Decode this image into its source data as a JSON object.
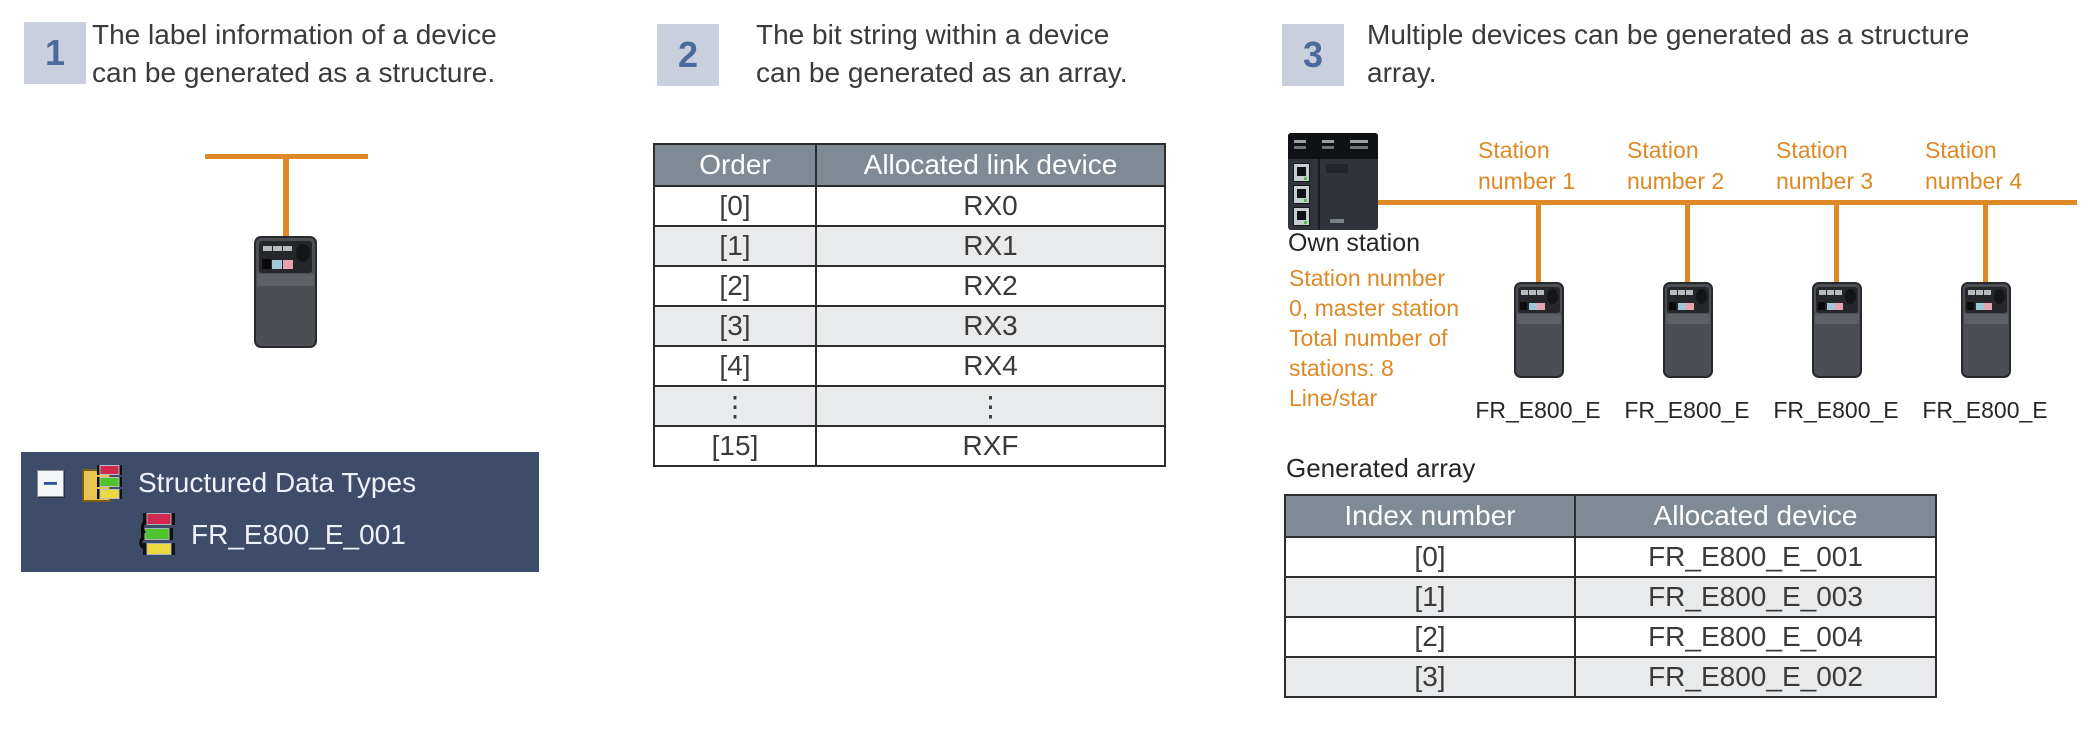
{
  "colors": {
    "accent_orange": "#dd8926",
    "badge_bg": "#c9cfdd",
    "badge_number": "#4a6b9c",
    "tree_panel_bg": "#3d4c68",
    "table_header_bg": "#808a94",
    "table_alt_row_bg": "#e8eaec",
    "heading_text": "#3a3a3a"
  },
  "section1": {
    "badge": "1",
    "heading_line1": "The label information of a device",
    "heading_line2": "can be generated as a structure.",
    "tree": {
      "collapse_glyph": "−",
      "root_label": "Structured Data Types",
      "child_label": "FR_E800_E_001"
    }
  },
  "section2": {
    "badge": "2",
    "heading_line1": "The bit string within a device",
    "heading_line2": "can be generated as an array.",
    "table": {
      "headers": [
        "Order",
        "Allocated link device"
      ],
      "rows": [
        [
          "[0]",
          "RX0"
        ],
        [
          "[1]",
          "RX1"
        ],
        [
          "[2]",
          "RX2"
        ],
        [
          "[3]",
          "RX3"
        ],
        [
          "[4]",
          "RX4"
        ],
        [
          "⋮",
          "⋮"
        ],
        [
          "[15]",
          "RXF"
        ]
      ]
    }
  },
  "section3": {
    "badge": "3",
    "heading_line1": "Multiple devices can be generated as a structure",
    "heading_line2": "array.",
    "own_station_label": "Own station",
    "master_info_lines": [
      "Station number",
      "0, master station",
      "Total number of",
      "stations: 8",
      "Line/star"
    ],
    "station_labels": [
      {
        "line1": "Station",
        "line2": "number 1"
      },
      {
        "line1": "Station",
        "line2": "number 2"
      },
      {
        "line1": "Station",
        "line2": "number 3"
      },
      {
        "line1": "Station",
        "line2": "number 4"
      }
    ],
    "device_labels": [
      "FR_E800_E",
      "FR_E800_E",
      "FR_E800_E",
      "FR_E800_E"
    ],
    "generated_array_title": "Generated array",
    "table": {
      "headers": [
        "Index number",
        "Allocated device"
      ],
      "rows": [
        [
          "[0]",
          "FR_E800_E_001"
        ],
        [
          "[1]",
          "FR_E800_E_003"
        ],
        [
          "[2]",
          "FR_E800_E_004"
        ],
        [
          "[3]",
          "FR_E800_E_002"
        ]
      ]
    }
  }
}
